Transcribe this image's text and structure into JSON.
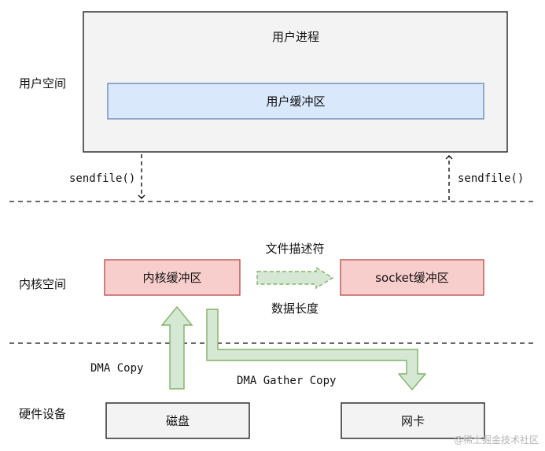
{
  "zones": {
    "user_space": "用户空间",
    "kernel_space": "内核空间",
    "hardware": "硬件设备"
  },
  "nodes": {
    "user_process": "用户进程",
    "user_buffer": "用户缓冲区",
    "kernel_buffer": "内核缓冲区",
    "socket_buffer": "socket缓冲区",
    "disk": "磁盘",
    "nic": "网卡"
  },
  "edges": {
    "sendfile_call": "sendfile()",
    "sendfile_return": "sendfile()",
    "descriptor_top": "文件描述符",
    "descriptor_bottom": "数据长度",
    "dma_copy": "DMA Copy",
    "dma_gather_copy": "DMA Gather Copy"
  },
  "colors": {
    "process_fill": "#f3f3f3",
    "user_buffer_fill": "#dae8fc",
    "user_buffer_stroke": "#6c8ebf",
    "kernel_fill": "#f8cecc",
    "kernel_stroke": "#b85450",
    "arrow_fill": "#d5e8d4",
    "arrow_stroke": "#82b366"
  },
  "watermark": "@稀土掘金技术社区"
}
